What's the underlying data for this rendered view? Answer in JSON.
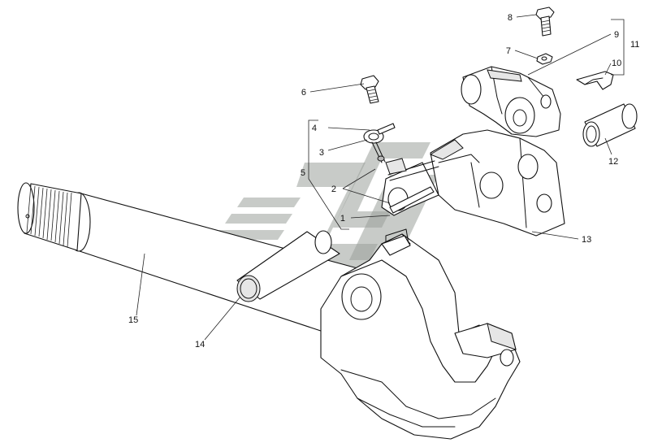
{
  "diagram": {
    "callouts": [
      {
        "id": "c1",
        "text": "1"
      },
      {
        "id": "c2",
        "text": "2"
      },
      {
        "id": "c3",
        "text": "3"
      },
      {
        "id": "c4",
        "text": "4"
      },
      {
        "id": "c5",
        "text": "5"
      },
      {
        "id": "c6",
        "text": "6"
      },
      {
        "id": "c7",
        "text": "7"
      },
      {
        "id": "c8",
        "text": "8"
      },
      {
        "id": "c9",
        "text": "9"
      },
      {
        "id": "c10",
        "text": "10"
      },
      {
        "id": "c11",
        "text": "11"
      },
      {
        "id": "c12",
        "text": "12"
      },
      {
        "id": "c13",
        "text": "13"
      },
      {
        "id": "c14",
        "text": "14"
      },
      {
        "id": "c15",
        "text": "15"
      }
    ],
    "colors": {
      "line": "#111111",
      "background": "#ffffff",
      "watermark": "#9aa09a"
    }
  }
}
